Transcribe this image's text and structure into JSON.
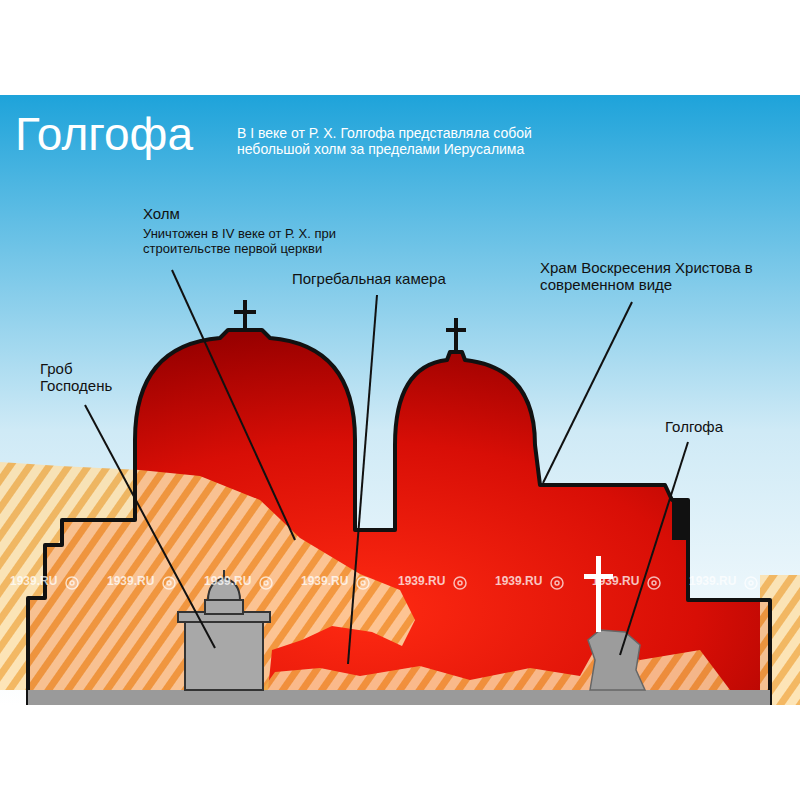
{
  "diagram": {
    "title": "Голгофа",
    "labels": [
      "В I веке от Р. Х. Голгофа представляла собой небольшой холм за пределами Иерусалима",
      "Холм",
      "Уничтожен в IV веке от Р. Х. при строительстве первой церкви",
      "Погребальная камера",
      "Храм Воскресения Христова в современном виде",
      "Гроб Господень",
      "Голгофа",
      "1939.RU",
      "1939.RU",
      "1939.RU",
      "1939.RU",
      "1939.RU",
      "1939.RU",
      "1939.RU",
      "1939.RU"
    ]
  }
}
